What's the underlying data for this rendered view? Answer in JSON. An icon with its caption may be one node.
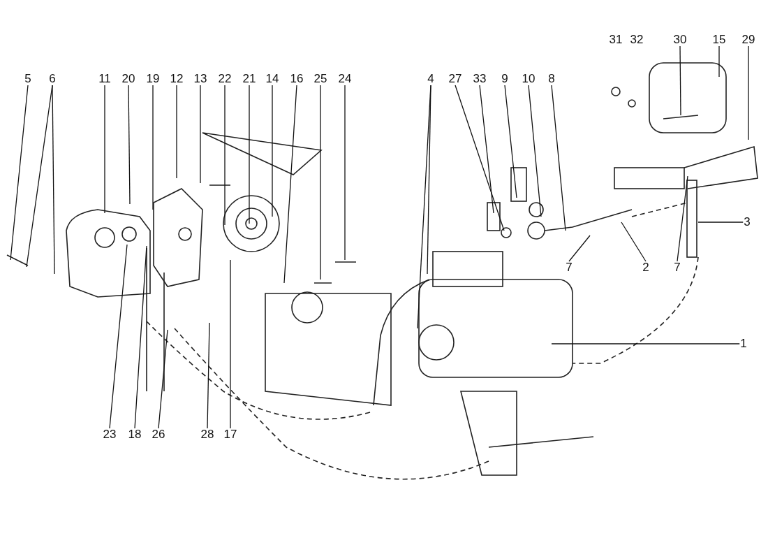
{
  "diagram": {
    "nodes": [
      {
        "text": [
          "5"
        ]
      },
      {
        "text": [
          "6"
        ]
      },
      {
        "text": [
          "11"
        ]
      },
      {
        "text": [
          "20"
        ]
      },
      {
        "text": [
          "19"
        ]
      },
      {
        "text": [
          "12"
        ]
      },
      {
        "text": [
          "13"
        ]
      },
      {
        "text": [
          "22"
        ]
      },
      {
        "text": [
          "21"
        ]
      },
      {
        "text": [
          "14"
        ]
      },
      {
        "text": [
          "16"
        ]
      },
      {
        "text": [
          "25"
        ]
      },
      {
        "text": [
          "24"
        ]
      },
      {
        "text": [
          "4"
        ]
      },
      {
        "text": [
          "27"
        ]
      },
      {
        "text": [
          "33"
        ]
      },
      {
        "text": [
          "9"
        ]
      },
      {
        "text": [
          "10"
        ]
      },
      {
        "text": [
          "8"
        ]
      },
      {
        "text": [
          "30"
        ]
      },
      {
        "text": [
          "15"
        ]
      },
      {
        "text": [
          "29"
        ]
      },
      {
        "text": [
          "3"
        ]
      },
      {
        "text": [
          "7"
        ]
      },
      {
        "text": [
          "2"
        ]
      },
      {
        "text": [
          "7"
        ]
      },
      {
        "text": [
          "1"
        ]
      },
      {
        "text": [
          "23"
        ]
      },
      {
        "text": [
          "18"
        ]
      },
      {
        "text": [
          "26"
        ]
      },
      {
        "text": [
          "28"
        ]
      },
      {
        "text": [
          "17"
        ]
      }
    ],
    "edges": [
      {
        "from": 0,
        "to": null,
        "arrow": "none"
      },
      {
        "from": 1,
        "to": null,
        "arrow": "none"
      },
      {
        "from": 1,
        "to": null,
        "arrow": "none"
      },
      {
        "from": 2,
        "to": null,
        "arrow": "none"
      },
      {
        "from": 3,
        "to": null,
        "arrow": "none"
      },
      {
        "from": 4,
        "to": null,
        "arrow": "none"
      },
      {
        "from": 5,
        "to": null,
        "arrow": "none"
      },
      {
        "from": 6,
        "to": null,
        "arrow": "none"
      },
      {
        "from": 7,
        "to": null,
        "arrow": "none"
      },
      {
        "from": 8,
        "to": null,
        "arrow": "none"
      },
      {
        "from": 9,
        "to": null,
        "arrow": "none"
      },
      {
        "from": 10,
        "to": null,
        "arrow": "none"
      },
      {
        "from": 11,
        "to": null,
        "arrow": "none"
      },
      {
        "from": 12,
        "to": null,
        "arrow": "none"
      },
      {
        "from": 13,
        "to": null,
        "arrow": "none"
      },
      {
        "from": 13,
        "to": null,
        "arrow": "none"
      },
      {
        "from": 14,
        "to": null,
        "arrow": "none"
      },
      {
        "from": 15,
        "to": null,
        "arrow": "none"
      },
      {
        "from": 16,
        "to": null,
        "arrow": "none"
      },
      {
        "from": 17,
        "to": null,
        "arrow": "none"
      },
      {
        "from": 18,
        "to": null,
        "arrow": "none"
      },
      {
        "from": 19,
        "to": null,
        "arrow": "none"
      },
      {
        "from": 20,
        "to": null,
        "arrow": "none"
      },
      {
        "from": 21,
        "to": null,
        "arrow": "none"
      },
      {
        "from": 22,
        "to": null,
        "arrow": "none"
      },
      {
        "from": 23,
        "to": null,
        "arrow": "none"
      },
      {
        "from": 24,
        "to": null,
        "arrow": "none"
      },
      {
        "from": 25,
        "to": null,
        "arrow": "none"
      },
      {
        "from": 26,
        "to": null,
        "arrow": "none"
      },
      {
        "from": 27,
        "to": null,
        "arrow": "none"
      },
      {
        "from": 28,
        "to": null,
        "arrow": "none"
      },
      {
        "from": 29,
        "to": null,
        "arrow": "none"
      },
      {
        "from": 30,
        "to": null,
        "arrow": "none"
      },
      {
        "from": 31,
        "to": null,
        "arrow": "none"
      }
    ],
    "labels": [
      "31",
      "32"
    ]
  }
}
